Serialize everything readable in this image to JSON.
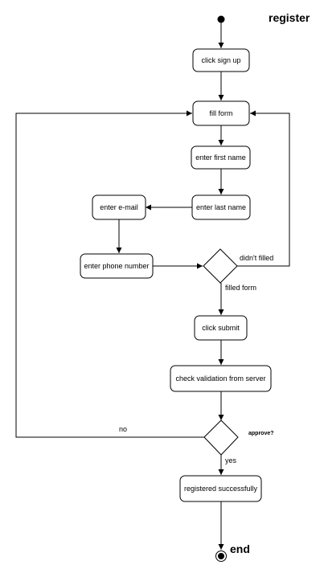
{
  "diagram": {
    "title": "register",
    "end_label": "end",
    "nodes": {
      "click_sign_up": "click sign up",
      "fill_form": "fill form",
      "enter_first_name": "enter first name",
      "enter_last_name": "enter last name",
      "enter_email": "enter e-mail",
      "enter_phone": "enter phone number",
      "click_submit": "click submit",
      "check_validation": "check validation from server",
      "registered": "registered successfully"
    },
    "edges": {
      "didnt_filled": "didn't filled",
      "filled_form": "filled form",
      "approve": "approve?",
      "no": "no",
      "yes": "yes"
    }
  }
}
